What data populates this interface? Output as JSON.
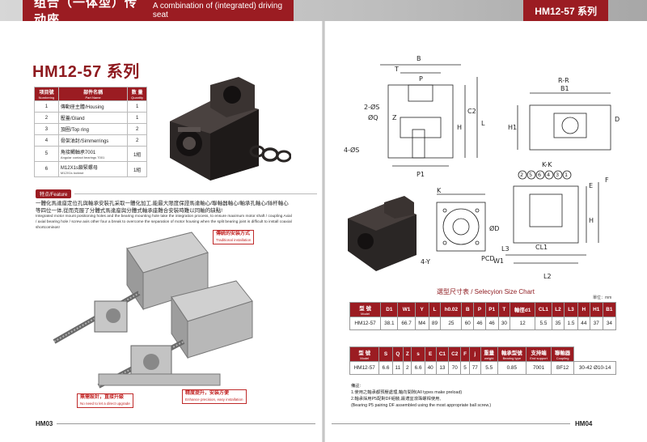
{
  "header": {
    "title_cn": "组合（一体型）传动座",
    "title_en": "A combination of (integrated) driving seat",
    "series_badge": "HM12-57 系列"
  },
  "series_title": "HM12-57 系列",
  "parts_table": {
    "headers": [
      {
        "cn": "项目號",
        "en": "Numbering"
      },
      {
        "cn": "部件名稱",
        "en": "Part Name"
      },
      {
        "cn": "数 量",
        "en": "Quantity"
      }
    ],
    "rows": [
      {
        "no": "1",
        "name": "傳動座主體",
        "name_en": "Housing",
        "qty": "1"
      },
      {
        "no": "2",
        "name": "壓蓋",
        "name_en": "Gland",
        "qty": "1"
      },
      {
        "no": "3",
        "name": "頂圈",
        "name_en": "Top ring",
        "qty": "2"
      },
      {
        "no": "4",
        "name": "骨架油封",
        "name_en": "Simmerrings",
        "qty": "2"
      },
      {
        "no": "5",
        "name": "角接觸軸承7001",
        "name_en": "Angular contact bearings 7001",
        "qty": "1組"
      },
      {
        "no": "6",
        "name": "M12X1s鎖緊螺母",
        "name_en": "M12X1s locknut",
        "qty": "1組"
      }
    ]
  },
  "features": {
    "badge": "特点",
    "badge_en": "Feature",
    "text_cn": "一體化馬達座定位孔與軸承安裝孔采取一體化加工,能最大限度保證馬達軸心/聯軸器軸心/軸承孔軸心/絲杆軸心等四位一体,從而克服了分體式馬達座與分體式軸承座難合安裝時難以同軸的缺點!",
    "text_en": "Integrated motor mount positioning holes and the bearing mounting hole take the integration process, to ensure maximum motor shaft / coupling Axial / axial bearing hole / screw axis other four a break to overcome the separation of motor housing when the split bearing joint is difficult to install coaxial shortcomings!"
  },
  "callouts": {
    "traditional_cn": "傳統的安装方式",
    "traditional_en": "Traditional installation",
    "design_cn": "無需設計，直接升級",
    "design_en": "No need to let a direct upgrade",
    "enhance_cn": "精度提升，安装方便",
    "enhance_en": "Enhance precision, easy installation"
  },
  "drawing_labels": {
    "front": [
      "B",
      "T",
      "P",
      "2-ØS",
      "ØQ",
      "Z",
      "C2",
      "L",
      "H",
      "4-ØS",
      "P1"
    ],
    "section": [
      "R-R",
      "B1",
      "H1",
      "D"
    ],
    "kk": [
      "K-K",
      "E",
      "F",
      "L2",
      "CL1",
      "L3",
      "H",
      "W1",
      "PCD",
      "4-Y",
      "K",
      "ØD"
    ],
    "balloons": [
      "2",
      "5",
      "6",
      "4",
      "3",
      "1"
    ]
  },
  "selection": {
    "title": "選型尺寸表 / Selecyion Size Chart",
    "unit": "單位：mm",
    "table1": {
      "model_header_cn": "型 號",
      "model_header_en": "Model",
      "columns": [
        "D1",
        "W1",
        "Y",
        "L",
        "h0.02",
        "B",
        "P",
        "P1",
        "T",
        "軸徑d1",
        "CL1",
        "L2",
        "L3",
        "H",
        "H1",
        "B1"
      ],
      "row": [
        "HM12-57",
        "38.1",
        "66.7",
        "M4",
        "89",
        "25",
        "60",
        "46",
        "46",
        "30",
        "12",
        "5.5",
        "35",
        "1.5",
        "44",
        "37",
        "34"
      ]
    },
    "table2": {
      "model_header_cn": "型 號",
      "model_header_en": "Model",
      "columns": [
        "S",
        "Q",
        "Z",
        "s",
        "E",
        "C1",
        "C2",
        "F",
        "j"
      ],
      "extra_columns": [
        {
          "cn": "重量",
          "en": "weight"
        },
        {
          "cn": "軸承型號",
          "en": "Bearing type"
        },
        {
          "cn": "支持端",
          "en": "End support"
        },
        {
          "cn": "聯軸器",
          "en": "Coupling"
        }
      ],
      "row": [
        "HM12-57",
        "6.6",
        "11",
        "2",
        "6.6",
        "40",
        "13",
        "70",
        "5",
        "77",
        "5.5",
        "0.85",
        "7001",
        "BF12",
        "30-42 Ø10-14"
      ]
    }
  },
  "notes": {
    "label": "備註:",
    "line1": "1.使用之軸承都預壓處理,軸向間隙(All types make preload)",
    "line2": "2.軸承採用P5配對DF組裝,最適宜滾珠螺桿使用,",
    "line3": "(Bearing P5 pairing DF assembled using the most appropriate ball screw.)"
  },
  "footer": {
    "left_page": "HM03",
    "right_page": "HM04"
  },
  "colors": {
    "accent": "#9b1c22",
    "header_gray": "#bdbdbd",
    "callout_red": "#c22525"
  }
}
